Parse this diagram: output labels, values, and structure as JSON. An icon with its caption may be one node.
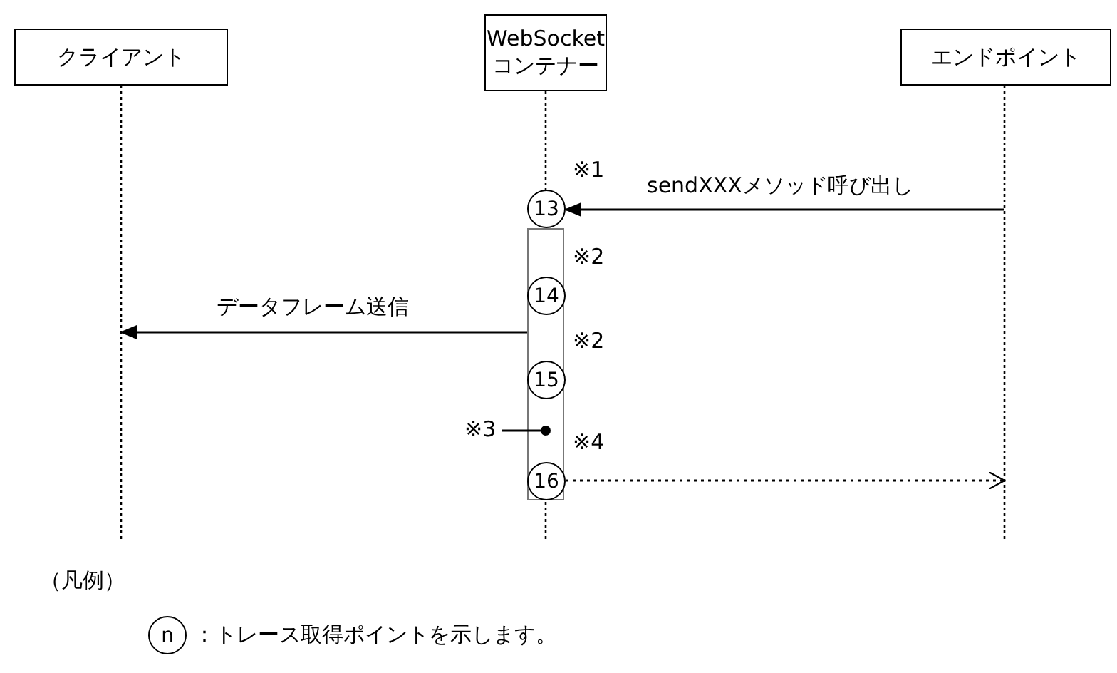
{
  "diagram": {
    "nodes": [
      {
        "text": [
          "クライアント"
        ]
      },
      {
        "text": [
          "WebSocket コンテナー"
        ]
      },
      {
        "text": [
          "エンドポイント"
        ]
      },
      {
        "text": [],
        "shape": "bar"
      },
      {
        "text": [
          "13"
        ],
        "beside": [
          "※1"
        ]
      },
      {
        "text": [
          "14"
        ],
        "beside": [
          "※2"
        ],
        "in": 3
      },
      {
        "text": [
          "15"
        ],
        "beside": [
          "※2"
        ],
        "in": 3
      },
      {
        "text": [
          "16"
        ],
        "beside": [
          "※4"
        ],
        "in": 3
      },
      {
        "text": [
          "※3"
        ]
      }
    ],
    "edges": [
      {
        "from": 2,
        "to": 4,
        "arrow": "to",
        "label": "sendXXXメソッド呼び出し"
      },
      {
        "from": 3,
        "to": 0,
        "arrow": "to",
        "label": "データフレーム送信"
      },
      {
        "from": 7,
        "to": 2,
        "arrow": "to",
        "style": "dashed"
      },
      {
        "from": 8,
        "to": 3,
        "arrow": "other"
      }
    ],
    "labels": [
      "（凡例）",
      "n"
    ],
    "legend": [
      {
        "text": "：トレース取得ポイントを示します。"
      }
    ]
  }
}
